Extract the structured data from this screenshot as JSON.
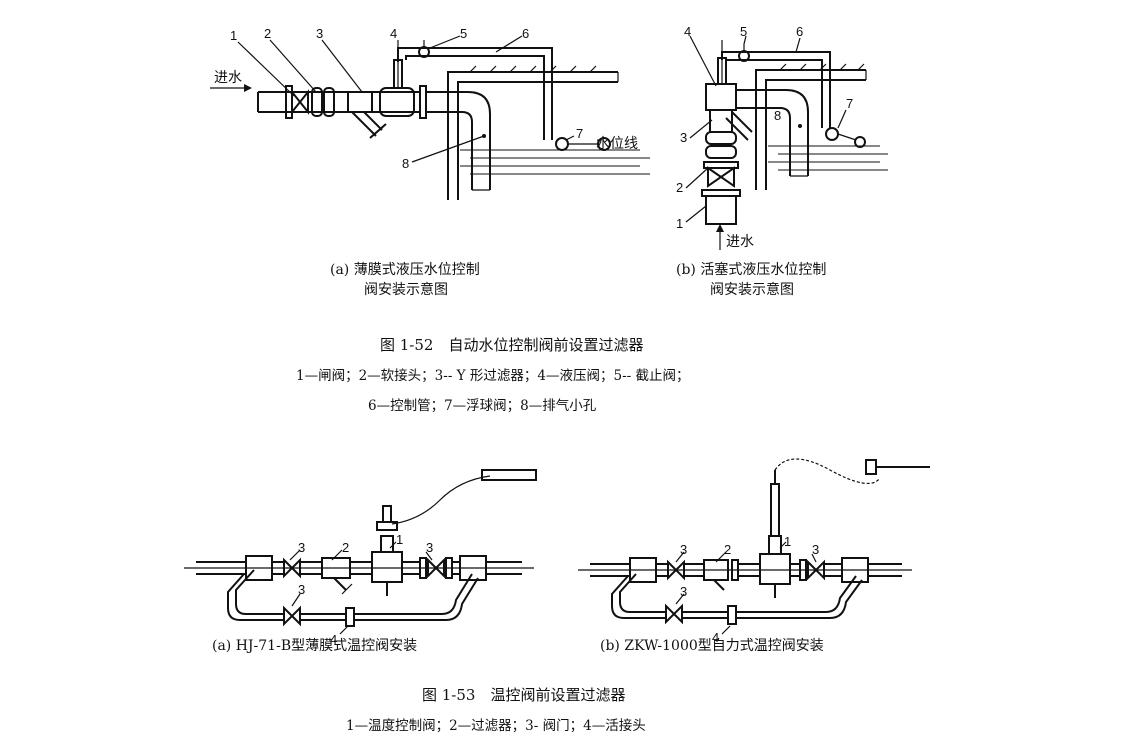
{
  "fig52": {
    "a": {
      "inlet_label": "进水",
      "water_line_label": "水位线",
      "numbers": [
        "1",
        "2",
        "3",
        "4",
        "5",
        "6",
        "7",
        "8"
      ],
      "caption_line1": "(a) 薄膜式液压水位控制",
      "caption_line2": "阀安装示意图"
    },
    "b": {
      "inlet_label": "进水",
      "numbers": [
        "1",
        "2",
        "3",
        "4",
        "5",
        "6",
        "7",
        "8"
      ],
      "caption_line1": "(b) 活塞式液压水位控制",
      "caption_line2": "阀安装示意图"
    },
    "title": "图 1-52　自动水位控制阀前设置过滤器",
    "legend_line1": "1—闸阀；2—软接头；3-- Y 形过滤器；4—液压阀；5-- 截止阀；",
    "legend_line2": "6—控制管；7—浮球阀；8—排气小孔"
  },
  "fig53": {
    "a": {
      "numbers": [
        "3",
        "2",
        "1",
        "3",
        "3",
        "4"
      ],
      "caption": "(a) HJ-71-B型薄膜式温控阀安装"
    },
    "b": {
      "numbers": [
        "3",
        "2",
        "1",
        "3",
        "3",
        "4"
      ],
      "caption": "(b) ZKW-1000型自力式温控阀安装"
    },
    "title": "图 1-53　温控阀前设置过滤器",
    "legend": "1—温度控制阀；2—过滤器；3- 阀门；4—活接头"
  }
}
